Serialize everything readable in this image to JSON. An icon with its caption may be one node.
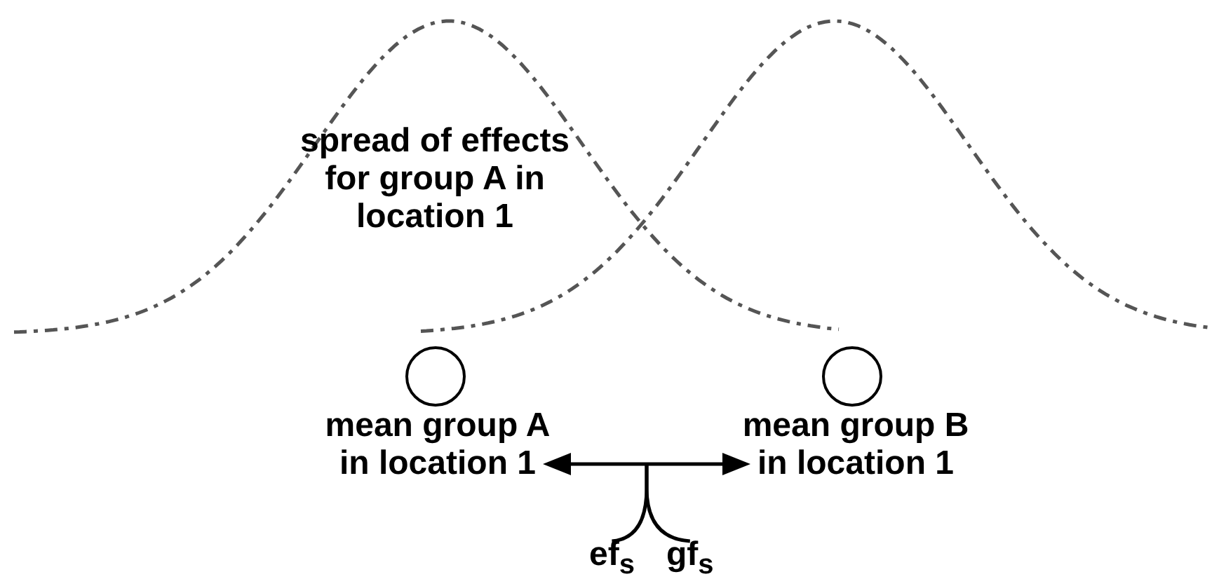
{
  "diagram": {
    "nodes": [
      {
        "text": [],
        "shape": "circle"
      },
      {
        "text": [],
        "shape": "circle"
      },
      {
        "text": [
          "mean group A in location 1"
        ]
      },
      {
        "text": [
          "mean group B in location 1"
        ]
      },
      {
        "text": [
          "ef$_{s}$"
        ]
      },
      {
        "text": [
          "gf$_{s}$"
        ]
      }
    ],
    "edges": [
      {
        "from": 2,
        "to": 3,
        "arrow": "both"
      },
      {
        "from": null,
        "to": 4,
        "arrow": "none"
      },
      {
        "from": null,
        "to": 5,
        "arrow": "none"
      }
    ],
    "labels": [
      "spread of effects for group A in location 1"
    ]
  }
}
